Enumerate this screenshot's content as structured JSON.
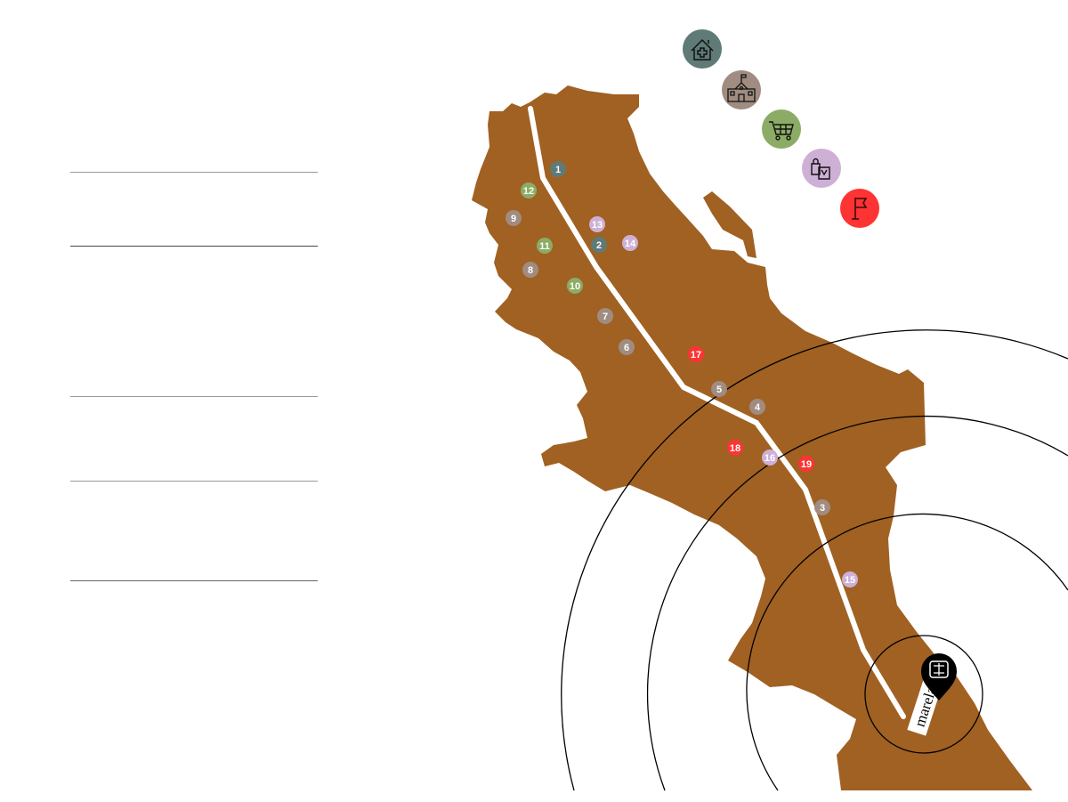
{
  "legend": [
    {
      "id": "health",
      "icon": "health-home-icon",
      "color": "#5f7a77"
    },
    {
      "id": "school",
      "icon": "school-icon",
      "color": "#a08c80"
    },
    {
      "id": "grocery",
      "icon": "shopping-cart-icon",
      "color": "#8cac66"
    },
    {
      "id": "shopping",
      "icon": "shopping-bags-icon",
      "color": "#ceb0d6"
    },
    {
      "id": "landmark",
      "icon": "flag-icon",
      "color": "#fe3333"
    }
  ],
  "map": {
    "land_color": "#a06122",
    "route_color": "#ffffff",
    "ring_color": "#000000"
  },
  "location_pin": {
    "label": "marela",
    "icon": "location-pin-icon"
  },
  "markers": [
    {
      "label": "1",
      "category": "health"
    },
    {
      "label": "2",
      "category": "health"
    },
    {
      "label": "3",
      "category": "school"
    },
    {
      "label": "4",
      "category": "school"
    },
    {
      "label": "5",
      "category": "school"
    },
    {
      "label": "6",
      "category": "school"
    },
    {
      "label": "7",
      "category": "school"
    },
    {
      "label": "8",
      "category": "school"
    },
    {
      "label": "9",
      "category": "school"
    },
    {
      "label": "10",
      "category": "grocery"
    },
    {
      "label": "11",
      "category": "grocery"
    },
    {
      "label": "12",
      "category": "grocery"
    },
    {
      "label": "13",
      "category": "shopping"
    },
    {
      "label": "14",
      "category": "shopping"
    },
    {
      "label": "15",
      "category": "shopping"
    },
    {
      "label": "16",
      "category": "shopping"
    },
    {
      "label": "17",
      "category": "landmark"
    },
    {
      "label": "18",
      "category": "landmark"
    },
    {
      "label": "19",
      "category": "landmark"
    }
  ]
}
